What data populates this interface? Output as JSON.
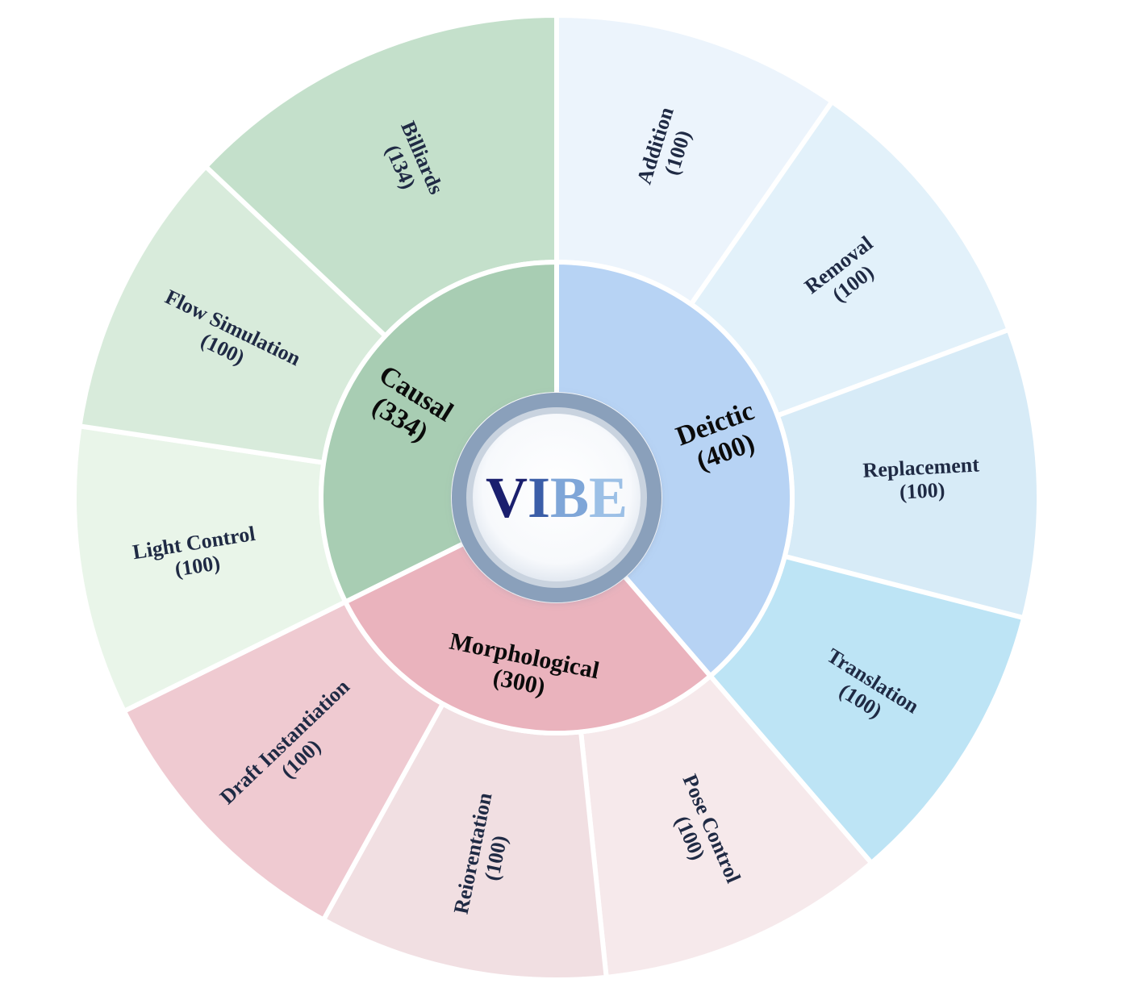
{
  "title": {
    "letters": [
      "V",
      "I",
      "B",
      "E"
    ]
  },
  "colors": {
    "title_letters": [
      "#1a1f6e",
      "#3b5ea8",
      "#7fa6d8",
      "#9cc0e6"
    ],
    "ring": "#8aa0bb",
    "ring_inner": "#ffffff"
  },
  "chart_data": {
    "type": "sunburst",
    "categories": [
      {
        "name": "Deictic",
        "count": "(400)",
        "value": 400,
        "color": "#b7d3f4",
        "children": [
          {
            "name": "Addition",
            "count": "(100)",
            "value": 100,
            "color": "#ecf4fc"
          },
          {
            "name": "Removal",
            "count": "(100)",
            "value": 100,
            "color": "#e2f1fa"
          },
          {
            "name": "Replacement",
            "count": "(100)",
            "value": 100,
            "color": "#d7ebf7"
          },
          {
            "name": "Translation",
            "count": "(100)",
            "value": 100,
            "color": "#bde4f5"
          }
        ]
      },
      {
        "name": "Morphological",
        "count": "(300)",
        "value": 300,
        "color": "#eab3bd",
        "children": [
          {
            "name": "Pose Control",
            "count": "(100)",
            "value": 100,
            "color": "#f6e9eb"
          },
          {
            "name": "Reiorentation",
            "count": "(100)",
            "value": 100,
            "color": "#f1dfe2"
          },
          {
            "name": "Draft Instantiation",
            "count": "(100)",
            "value": 100,
            "color": "#efcad1"
          }
        ]
      },
      {
        "name": "Causal",
        "count": "(334)",
        "value": 334,
        "color": "#a8cdb3",
        "children": [
          {
            "name": "Light Control",
            "count": "(100)",
            "value": 100,
            "color": "#e9f5e9"
          },
          {
            "name": "Flow Simulation",
            "count": "(100)",
            "value": 100,
            "color": "#d8ebdb"
          },
          {
            "name": "Billiards",
            "count": "(134)",
            "value": 134,
            "color": "#c4e0cb"
          }
        ]
      }
    ]
  }
}
